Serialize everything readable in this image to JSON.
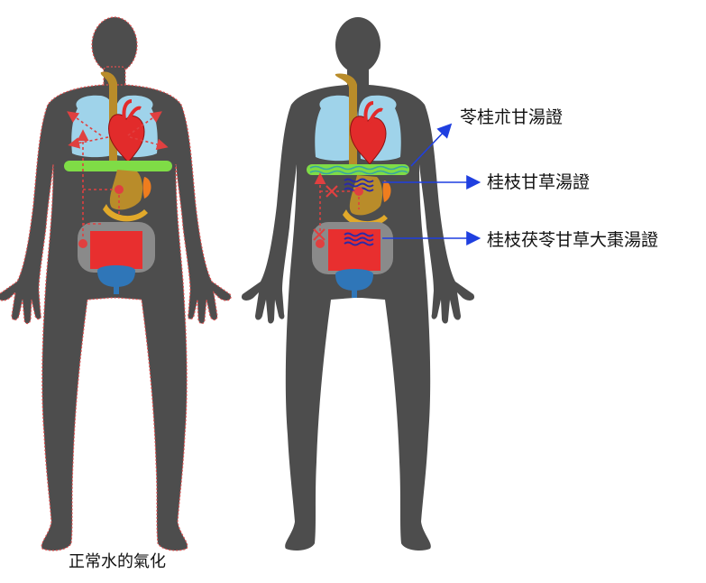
{
  "caption": "正常水的氣化",
  "labels": {
    "upper": "苓桂朮甘湯證",
    "middle": "桂枝甘草湯證",
    "lower": "桂枝茯苓甘草大棗湯證"
  },
  "colors": {
    "body": "#4d4d4d",
    "lung": "#9fd3ea",
    "heart": "#e22b2b",
    "stomach": "#b98c2a",
    "spleen_gold": "#e1a92a",
    "orange": "#ef7d1e",
    "diaphragm": "#7fdc46",
    "pelvis": "#8a8a8a",
    "bowel_red": "#e82f2f",
    "bladder": "#2f76b8",
    "arrow_red": "#e04040",
    "arrow_blue": "#1f3fe0",
    "wave_blue": "#2a2aa8",
    "teal_band": "#6ec6b8"
  }
}
